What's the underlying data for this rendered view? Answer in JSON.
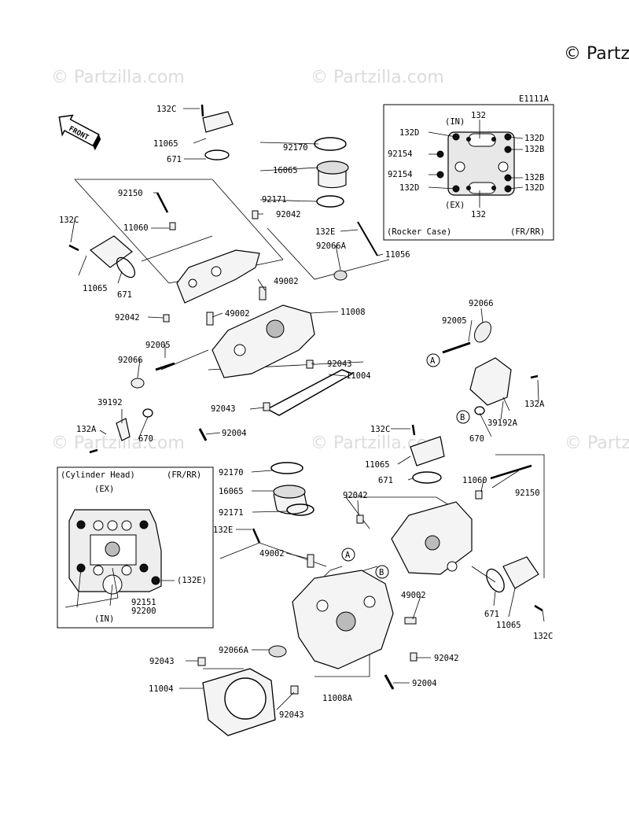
{
  "watermarks": [
    "© Partzilla.com",
    "© Partzilla.com",
    "© Partzilla.com",
    "© Partzilla.com",
    "© Partzilla.com"
  ],
  "copyright": "© Partz",
  "diagram_code": "E1111A",
  "front_label": "FRONT",
  "rocker_inset": {
    "in_label": "(IN)",
    "ex_label": "(EX)",
    "caption_left": "(Rocker Case)",
    "caption_right": "(FR/RR)",
    "labels": [
      "132",
      "132D",
      "92154",
      "92154",
      "132D",
      "132D",
      "132B",
      "132B",
      "132D",
      "132"
    ]
  },
  "head_inset": {
    "caption_left": "(Cylinder Head)",
    "caption_right": "(FR/RR)",
    "ex_label": "(EX)",
    "in_label": "(IN)",
    "labels": [
      "(132E)",
      "92151",
      "92200"
    ]
  },
  "callouts": {
    "A": "A",
    "B": "B"
  },
  "parts": {
    "p132c_top": "132C",
    "p11065_top": "11065",
    "p671_top": "671",
    "p92150_top": "92150",
    "p132c_left": "132C",
    "p11060_top": "11060",
    "p11065_left": "11065",
    "p671_left": "671",
    "p92170_top": "92170",
    "p16065_top": "16065",
    "p92171_top": "92171",
    "p92042_top": "92042",
    "p132e_top": "132E",
    "p92066a_top": "92066A",
    "p11056": "11056",
    "p49002_a": "49002",
    "p49002_b": "49002",
    "p11008": "11008",
    "p92042_left": "92042",
    "p92005_left": "92005",
    "p92066_left": "92066",
    "p92043_a": "92043",
    "p11004_top": "11004",
    "p39192": "39192",
    "p92043_b": "92043",
    "p132a_left": "132A",
    "p670_left": "670",
    "p92004_top": "92004",
    "p92066_right": "92066",
    "p92005_right": "92005",
    "p132a_right": "132A",
    "p670_right": "670",
    "p39192a": "39192A",
    "p132c_mid": "132C",
    "p11065_mid": "11065",
    "p671_mid": "671",
    "p11060_mid": "11060",
    "p92150_mid": "92150",
    "p92170_bot": "92170",
    "p16065_bot": "16065",
    "p92171_bot": "92171",
    "p92042_mid": "92042",
    "p132e_bot": "132E",
    "p49002_c": "49002",
    "p49002_d": "49002",
    "p671_bot": "671",
    "p11065_bot": "11065",
    "p132c_bot": "132C",
    "p92043_c": "92043",
    "p92066a_bot": "92066A",
    "p92042_bot": "92042",
    "p11004_bot": "11004",
    "p92004_bot": "92004",
    "p11008a": "11008A",
    "p92043_d": "92043"
  }
}
